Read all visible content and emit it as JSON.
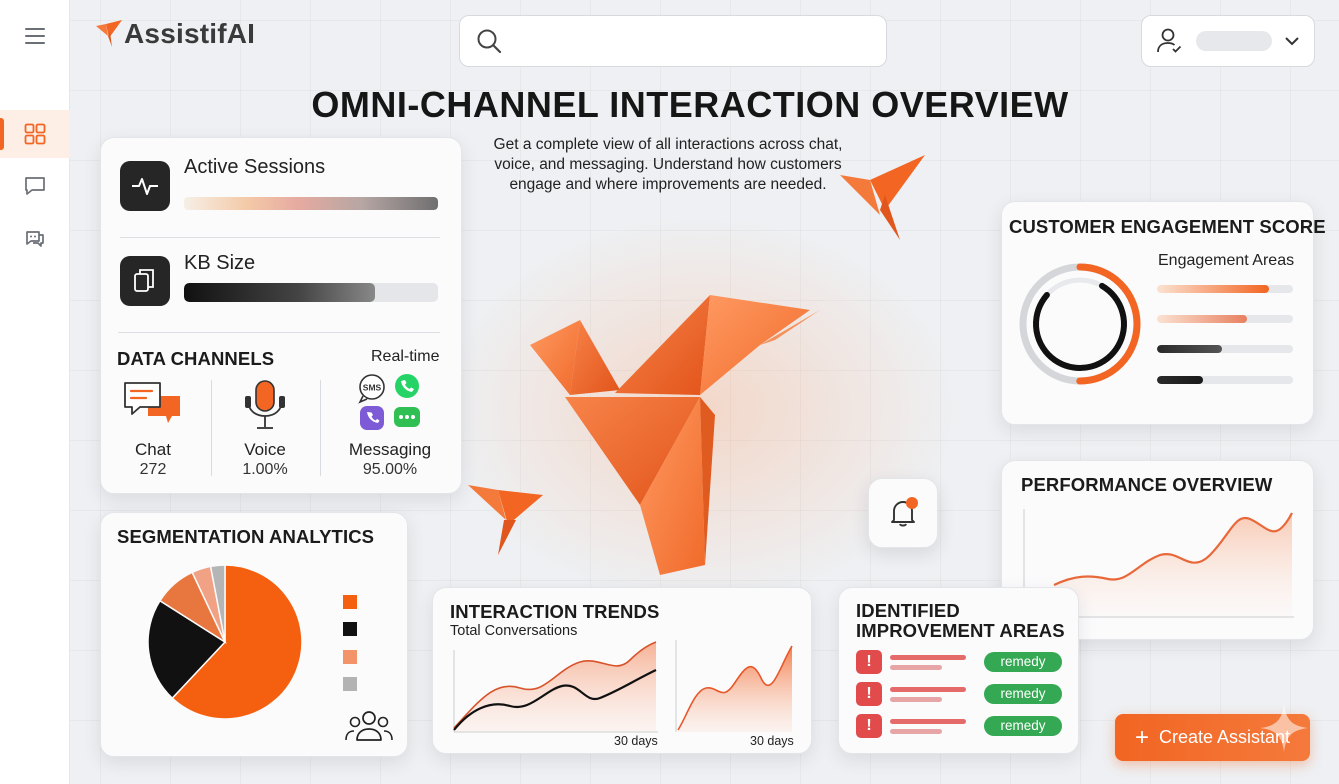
{
  "app": {
    "name": "AssistifAI"
  },
  "search": {
    "placeholder": "",
    "value": ""
  },
  "user": {
    "name": ""
  },
  "page": {
    "title": "OMNI-CHANNEL INTERACTION OVERVIEW",
    "subtitle": "Get a complete view of all interactions across chat, voice, and messaging. Understand how customers engage and where improvements are needed."
  },
  "sidebar": {
    "items": [
      {
        "name": "menu",
        "icon": "hamburger-icon"
      },
      {
        "name": "dashboard",
        "icon": "grid-icon",
        "active": true
      },
      {
        "name": "chat",
        "icon": "chat-bubble-icon"
      },
      {
        "name": "assistants",
        "icon": "bot-chat-icon"
      }
    ]
  },
  "metrics": {
    "active_sessions": {
      "label": "Active Sessions",
      "icon": "pulse-icon"
    },
    "kb_size": {
      "label": "KB Size",
      "icon": "documents-icon",
      "level": 0.75
    }
  },
  "data_channels": {
    "title": "DATA CHANNELS",
    "realtime": "Real-time",
    "channels": [
      {
        "label": "Chat",
        "value": "272",
        "icon": "chat-bubbles-icon"
      },
      {
        "label": "Voice",
        "value": "1.00%",
        "icon": "microphone-icon"
      },
      {
        "label": "Messaging",
        "value": "95.00%",
        "icon": "messaging-apps-icon"
      }
    ],
    "sms_badge": "SMS"
  },
  "engagement": {
    "title": "CUSTOMER ENGAGEMENT SCORE",
    "areas_label": "Engagement Areas",
    "areas": [
      0.82,
      0.66,
      0.48,
      0.34
    ],
    "colors": [
      "#f26522",
      "#e8805f",
      "#555555",
      "#1a1a1a"
    ]
  },
  "performance": {
    "title": "PERFORMANCE OVERVIEW"
  },
  "segmentation": {
    "title": "SEGMENTATION ANALYTICS",
    "slices": [
      {
        "value": 62,
        "color": "#f4600f"
      },
      {
        "value": 22,
        "color": "#111111"
      },
      {
        "value": 9,
        "color": "#e8773f"
      },
      {
        "value": 4,
        "color": "#f1a184"
      },
      {
        "value": 3,
        "color": "#b5b5b5"
      }
    ],
    "legend_colors": [
      "#f4600f",
      "#111111",
      "#f2936a",
      "#b3b3b3"
    ],
    "icon": "users-group-icon"
  },
  "trends": {
    "title": "INTERACTION TRENDS",
    "subtitle": "Total Conversations",
    "caption_left": "30 days",
    "caption_right": "30 days"
  },
  "improvements": {
    "title_line1": "IDENTIFIED",
    "title_line2": "IMPROVEMENT AREAS",
    "items": [
      {
        "alert": "!",
        "action": "remedy"
      },
      {
        "alert": "!",
        "action": "remedy"
      },
      {
        "alert": "!",
        "action": "remedy"
      }
    ]
  },
  "notifications": {
    "icon": "bell-icon",
    "badge_color": "#f26522"
  },
  "cta": {
    "label": "Create Assistant",
    "plus": "+"
  },
  "theme": {
    "accent": "#f26522",
    "dark": "#262626",
    "success": "#34a853",
    "alert": "#e24b4b"
  }
}
